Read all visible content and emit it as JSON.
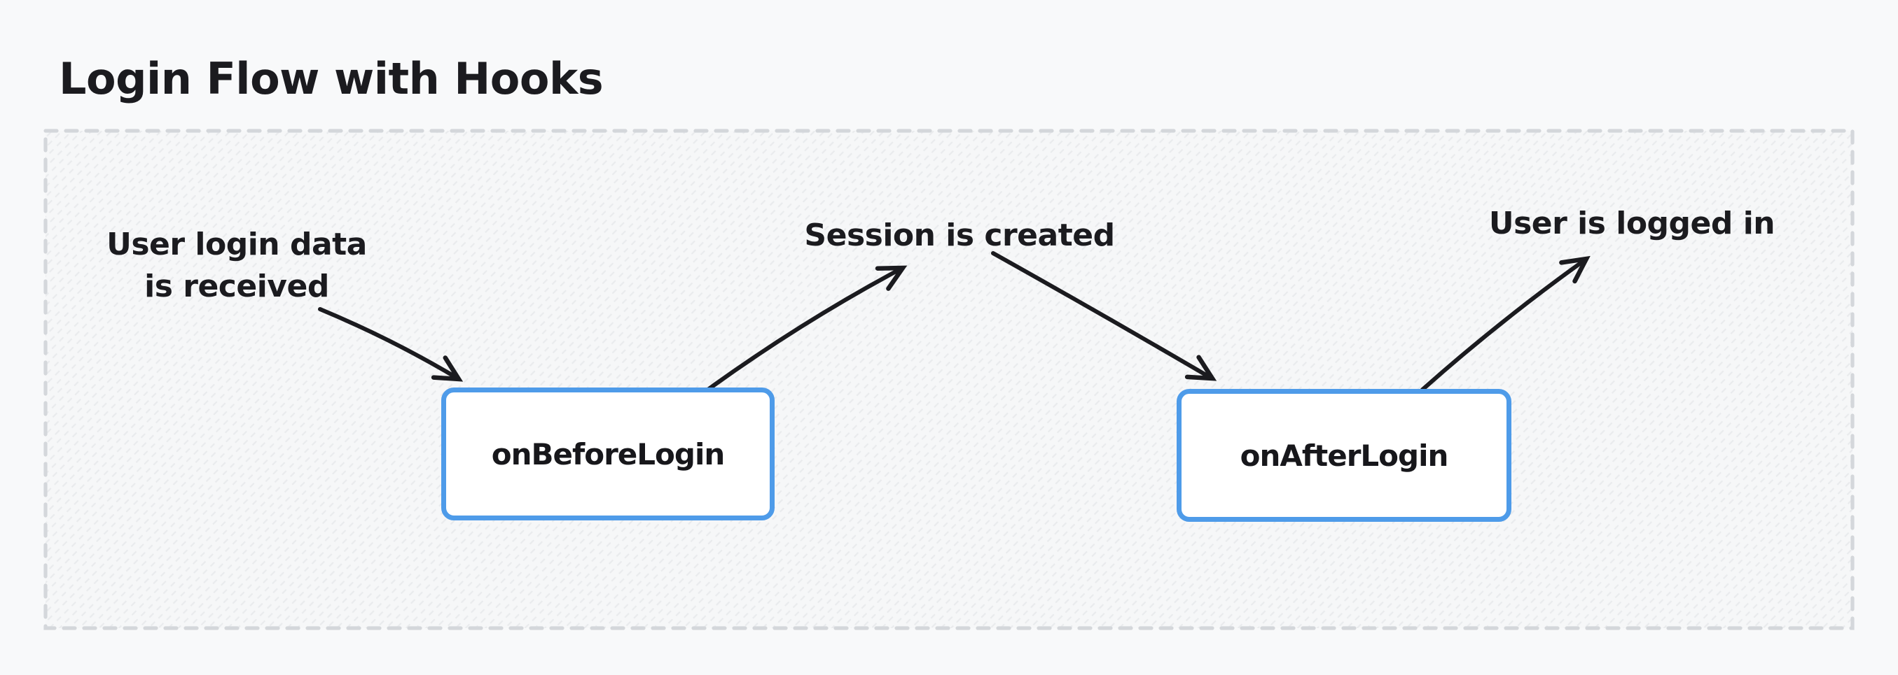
{
  "title": "Login Flow with Hooks",
  "nodes": [
    {
      "id": "on-before-login",
      "label": "onBeforeLogin"
    },
    {
      "id": "on-after-login",
      "label": "onAfterLogin"
    }
  ],
  "annotations": [
    {
      "id": "user-login-data",
      "lines": [
        "User login data",
        "is received"
      ]
    },
    {
      "id": "session-created",
      "lines": [
        "Session is created"
      ]
    },
    {
      "id": "user-logged-in",
      "lines": [
        "User is logged in"
      ]
    }
  ],
  "edges": [
    {
      "from": "user-login-data",
      "to": "on-before-login"
    },
    {
      "from": "on-before-login",
      "to": "session-created"
    },
    {
      "from": "session-created",
      "to": "on-after-login"
    },
    {
      "from": "on-after-login",
      "to": "user-logged-in"
    }
  ],
  "colors": {
    "ink": "#1b1b1f",
    "node_border_blue": "#4e9be9",
    "node_fill": "#ffffff",
    "canvas_bg": "#f8f9fa",
    "frame_dash": "#d4d7db",
    "hatch_line": "#e9ebed"
  }
}
